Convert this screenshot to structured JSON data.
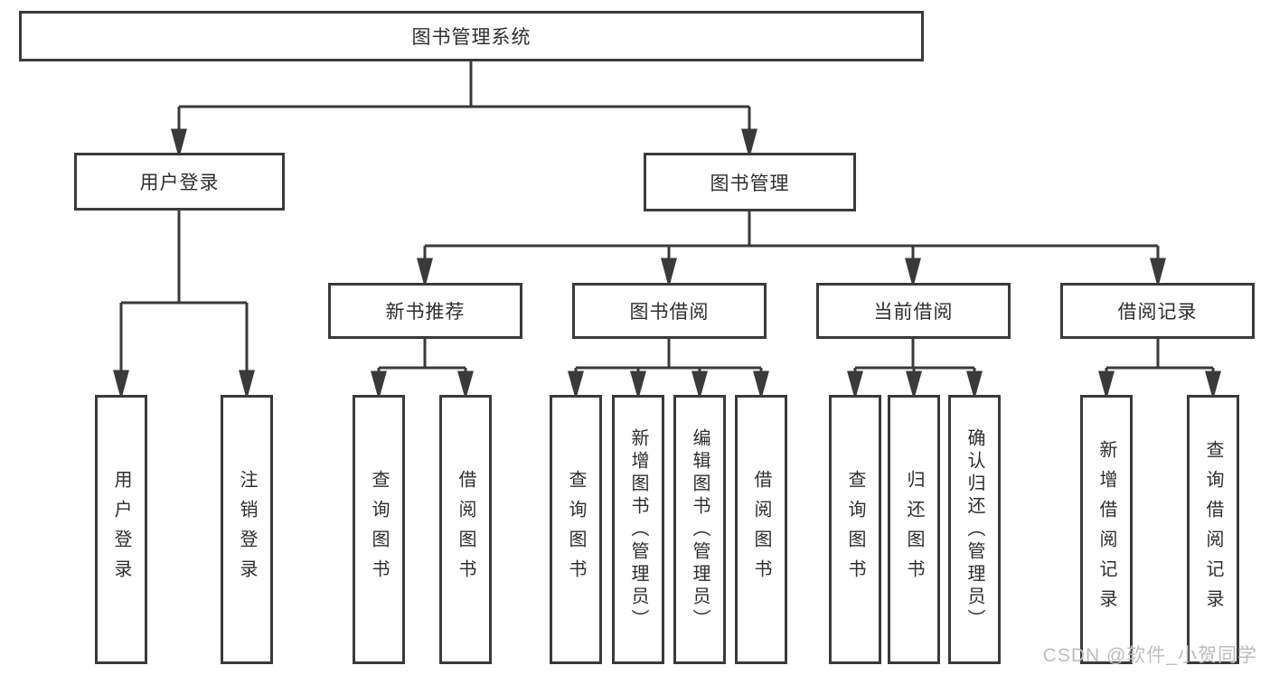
{
  "title": "图书管理系统",
  "watermark": "CSDN @软件_小贺同学",
  "colors": {
    "line": "#3a3a3a",
    "text": "#2e2e2e",
    "watermark": "#bdbdbd",
    "bg": "#ffffff"
  },
  "level2": [
    {
      "label": "用户登录"
    },
    {
      "label": "图书管理"
    }
  ],
  "level3": [
    {
      "label": "新书推荐",
      "parent": "图书管理"
    },
    {
      "label": "图书借阅",
      "parent": "图书管理"
    },
    {
      "label": "当前借阅",
      "parent": "图书管理"
    },
    {
      "label": "借阅记录",
      "parent": "图书管理"
    }
  ],
  "leaves": [
    {
      "label": "用户登录",
      "parent": "用户登录"
    },
    {
      "label": "注销登录",
      "parent": "用户登录"
    },
    {
      "label": "查询图书",
      "parent": "新书推荐"
    },
    {
      "label": "借阅图书",
      "parent": "新书推荐"
    },
    {
      "label": "查询图书",
      "parent": "图书借阅"
    },
    {
      "label": "新增图书（管理员）",
      "parent": "图书借阅"
    },
    {
      "label": "编辑图书（管理员）",
      "parent": "图书借阅"
    },
    {
      "label": "借阅图书",
      "parent": "图书借阅"
    },
    {
      "label": "查询图书",
      "parent": "当前借阅"
    },
    {
      "label": "归还图书",
      "parent": "当前借阅"
    },
    {
      "label": "确认归还（管理员）",
      "parent": "当前借阅"
    },
    {
      "label": "新增借阅记录",
      "parent": "借阅记录"
    },
    {
      "label": "查询借阅记录",
      "parent": "借阅记录"
    }
  ]
}
